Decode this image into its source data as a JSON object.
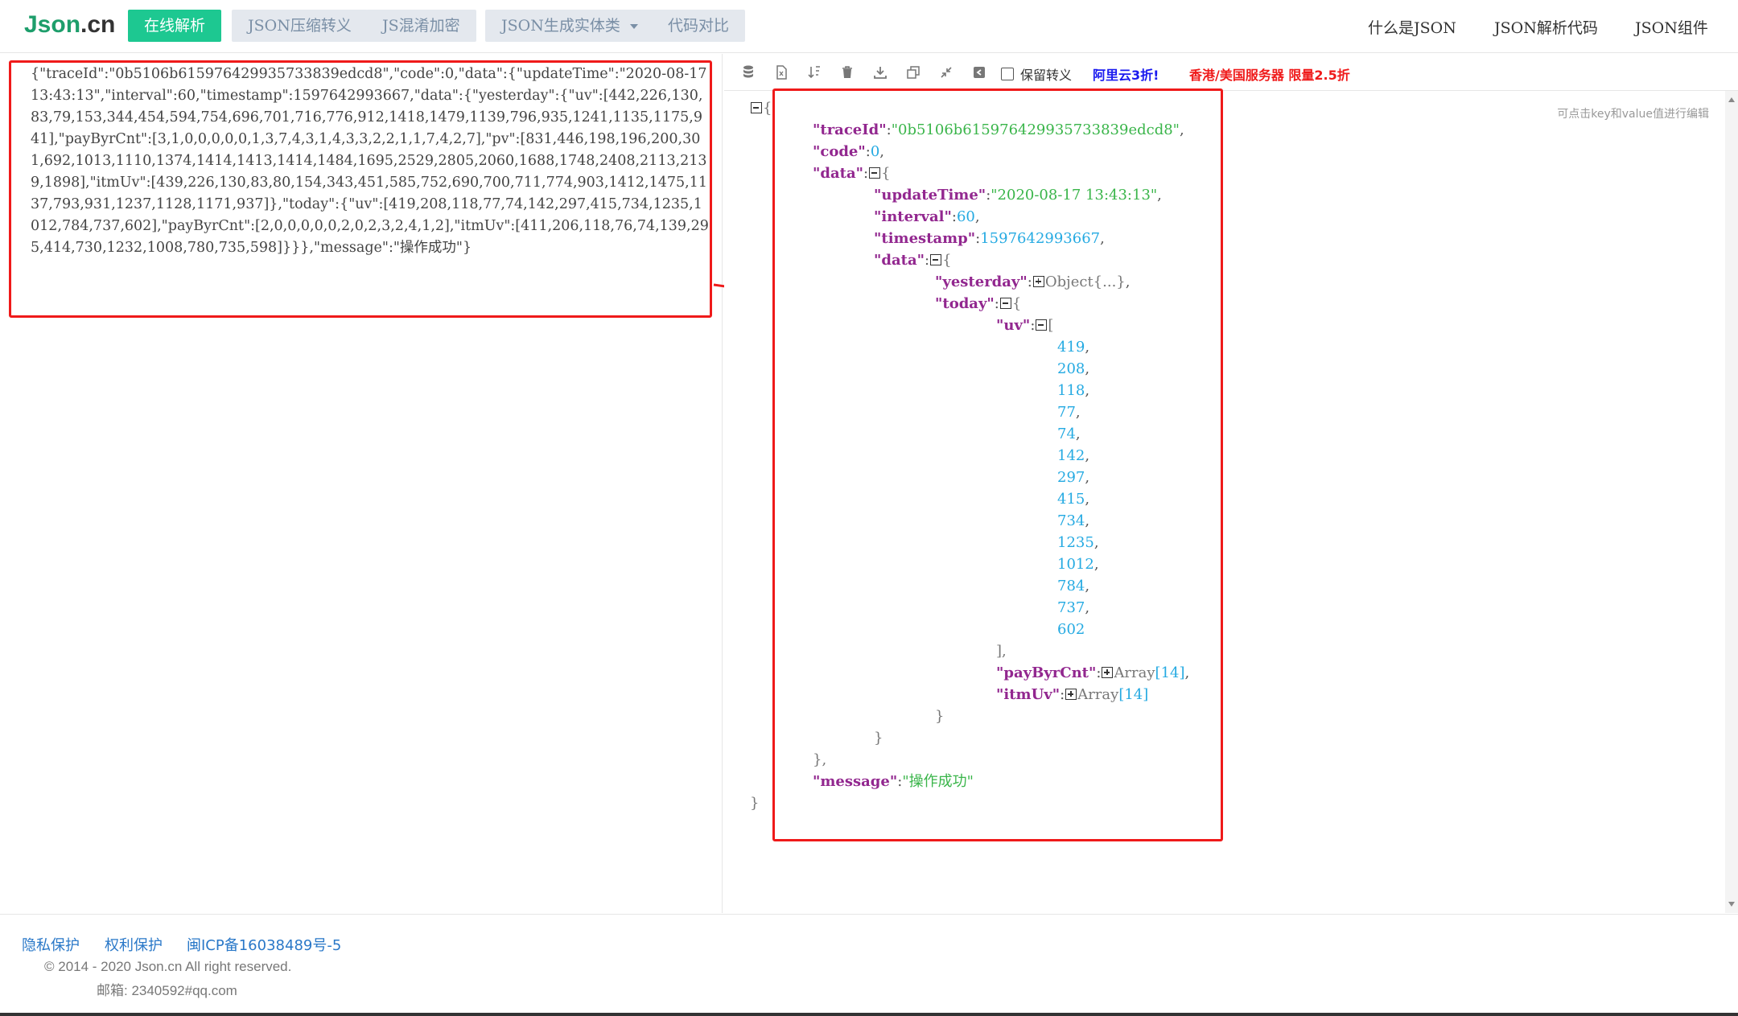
{
  "header": {
    "logo_main": "Json",
    "logo_dot": ".cn",
    "nav": [
      {
        "label": "在线解析",
        "active": true
      },
      {
        "label": "JSON压缩转义",
        "active": false
      },
      {
        "label": "JS混淆加密",
        "active": false
      },
      {
        "label": "JSON生成实体类",
        "active": false,
        "dropdown": true
      },
      {
        "label": "代码对比",
        "active": false
      }
    ],
    "right_nav": [
      "什么是JSON",
      "JSON解析代码",
      "JSON组件"
    ]
  },
  "input": {
    "raw_text": "{\"traceId\":\"0b5106b615976429935733839edcd8\",\"code\":0,\"data\":{\"updateTime\":\"2020-08-17 13:43:13\",\"interval\":60,\"timestamp\":1597642993667,\"data\":{\"yesterday\":{\"uv\":[442,226,130,83,79,153,344,454,594,754,696,701,716,776,912,1418,1479,1139,796,935,1241,1135,1175,941],\"payByrCnt\":[3,1,0,0,0,0,0,1,3,7,4,3,1,4,3,3,2,2,1,1,7,4,2,7],\"pv\":[831,446,198,196,200,301,692,1013,1110,1374,1414,1413,1414,1484,1695,2529,2805,2060,1688,1748,2408,2113,2139,1898],\"itmUv\":[439,226,130,83,80,154,343,451,585,752,690,700,711,774,903,1412,1475,1137,793,931,1237,1128,1171,937]},\"today\":{\"uv\":[419,208,118,77,74,142,297,415,734,1235,1012,784,737,602],\"payByrCnt\":[2,0,0,0,0,0,2,0,2,3,2,4,1,2],\"itmUv\":[411,206,118,76,74,139,295,414,730,1232,1008,780,735,598]}}},\"message\":\"操作成功\"}"
  },
  "toolbar": {
    "icons": [
      "database-icon",
      "file-icon",
      "sort-icon",
      "trash-icon",
      "download-icon",
      "copy-icon",
      "compress-icon",
      "share-icon"
    ],
    "keep_escape_label": "保留转义",
    "promo_aliyun": "阿里云3折!",
    "promo_server": "香港/美国服务器 限量2.5折",
    "promo_aliyun_color": "#1a1aef",
    "promo_server_color": "#ef1a1a",
    "hint": "可点击key和value值进行编辑"
  },
  "formatted": {
    "traceId_key": "\"traceId\"",
    "traceId_val": "\"0b5106b615976429935733839edcd8\"",
    "code_key": "\"code\"",
    "code_val": "0",
    "data_key": "\"data\"",
    "updateTime_key": "\"updateTime\"",
    "updateTime_val": "\"2020-08-17  13:43:13\"",
    "interval_key": "\"interval\"",
    "interval_val": "60",
    "timestamp_key": "\"timestamp\"",
    "timestamp_val": "1597642993667",
    "inner_data_key": "\"data\"",
    "yesterday_key": "\"yesterday\"",
    "yesterday_collapsed": "Object{...}",
    "today_key": "\"today\"",
    "uv_key": "\"uv\"",
    "uv_values": [
      "419",
      "208",
      "118",
      "77",
      "74",
      "142",
      "297",
      "415",
      "734",
      "1235",
      "1012",
      "784",
      "737",
      "602"
    ],
    "payByrCnt_key": "\"payByrCnt\"",
    "payByrCnt_type": "Array",
    "payByrCnt_len": "[14]",
    "itmUv_key": "\"itmUv\"",
    "itmUv_type": "Array",
    "itmUv_len": "[14]",
    "message_key": "\"message\"",
    "message_val": "\"操作成功\""
  },
  "footer": {
    "links": [
      "隐私保护",
      "权利保护",
      "闽ICP备16038489号-5"
    ],
    "copyright": "© 2014 - 2020 Json.cn All right reserved.",
    "email": "邮箱: 2340592#qq.com"
  },
  "colors": {
    "brand": "#1dc891",
    "annotation_red": "#ef1a1a",
    "json_key": "#92278f",
    "json_string": "#3ab54a",
    "json_number": "#25aae2"
  }
}
